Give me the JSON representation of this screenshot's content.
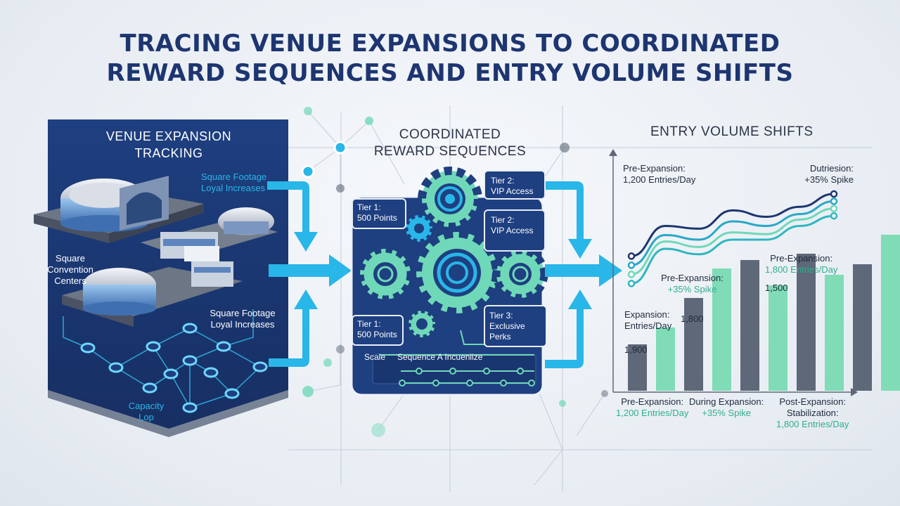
{
  "title": {
    "line1": "TRACING VENUE EXPANSIONS TO COORDINATED",
    "line2": "REWARD SEQUENCES AND ENTRY VOLUME SHIFTS"
  },
  "left_panel": {
    "title_line1": "VENUE EXPANSION",
    "title_line2": "TRACKING",
    "label_top_line1": "Square Footage",
    "label_top_line2": "Loyal Increases",
    "label_left_line1": "Square",
    "label_left_line2": "Convention",
    "label_left_line3": "Centers",
    "label_mid_line1": "Square Footage",
    "label_mid_line2": "Loyal Increases",
    "label_bottom_line1": "Capacity",
    "label_bottom_line2": "Lop"
  },
  "middle_panel": {
    "title_line1": "COORDINATED",
    "title_line2": "REWARD SEQUENCES",
    "tiers": [
      {
        "line1": "Tier 1:",
        "line2": "500 Points"
      },
      {
        "line1": "Tier 2:",
        "line2": "VIP Access"
      },
      {
        "line1": "Tier 2:",
        "line2": "VIP Access"
      },
      {
        "line1": "Tier 1:",
        "line2": "500 Points"
      },
      {
        "line1": "Tier 3:",
        "line2": "Exclusive Perks"
      }
    ],
    "footer_scale": "Scale",
    "footer_sequence": "Sequence A Incueniize"
  },
  "right_panel": {
    "title": "ENTRY VOLUME SHIFTS",
    "ann_pre_top_line1": "Pre-Expansion:",
    "ann_pre_top_line2": "1,200 Entries/Day",
    "ann_during_top_line1": "Dutriesion:",
    "ann_during_top_line2": "+35% Spike",
    "ann_pre_mid_line1": "Pre-Expansion:",
    "ann_pre_mid_line2": "1,800 Entries/Day",
    "ann_pre_spike_line1": "Pre-Expansion:",
    "ann_pre_spike_line2": "+35% Spike",
    "ann_expansion_line1": "Expansion:",
    "ann_expansion_line2": "Entries/Day",
    "val_1500": "1,500",
    "val_1800": "1,800",
    "val_1900": "1,900",
    "x_pre_line1": "Pre-Expansion:",
    "x_pre_line2": "1,200 Entries/Day",
    "x_during_line1": "During Expansion:",
    "x_during_line2": "+35% Spike",
    "x_post_line1": "Post-Expansion:",
    "x_post_line2": "Stabilization:",
    "x_post_line3": "1,800 Entries/Day"
  },
  "chart_data": {
    "type": "bar",
    "bar_groups": [
      {
        "dark": 0.22,
        "green": 0.3
      },
      {
        "dark": 0.44,
        "green": 0.58
      },
      {
        "dark": 0.62,
        "green": 0.5
      },
      {
        "dark": 0.65,
        "green": 0.55
      },
      {
        "dark": 0.6,
        "green": 0.74
      }
    ],
    "lines": [
      {
        "color": "#1d3570",
        "values": [
          0.12,
          0.45,
          0.42,
          0.62,
          0.55,
          0.66,
          0.8
        ]
      },
      {
        "color": "#2aa7c8",
        "values": [
          0.02,
          0.35,
          0.3,
          0.5,
          0.45,
          0.58,
          0.72
        ]
      },
      {
        "color": "#6fd8b8",
        "values": [
          -0.08,
          0.28,
          0.22,
          0.38,
          0.36,
          0.52,
          0.64
        ]
      },
      {
        "color": "#2fb6c0",
        "values": [
          -0.18,
          0.2,
          0.14,
          0.3,
          0.3,
          0.45,
          0.56
        ]
      }
    ]
  },
  "colors": {
    "navy": "#1d3570",
    "panel": "#1e3f80",
    "cyan": "#29b6e8",
    "mint": "#6fd8b8",
    "gray_bar": "#5e6878",
    "green_bar": "#7fdcb6"
  }
}
